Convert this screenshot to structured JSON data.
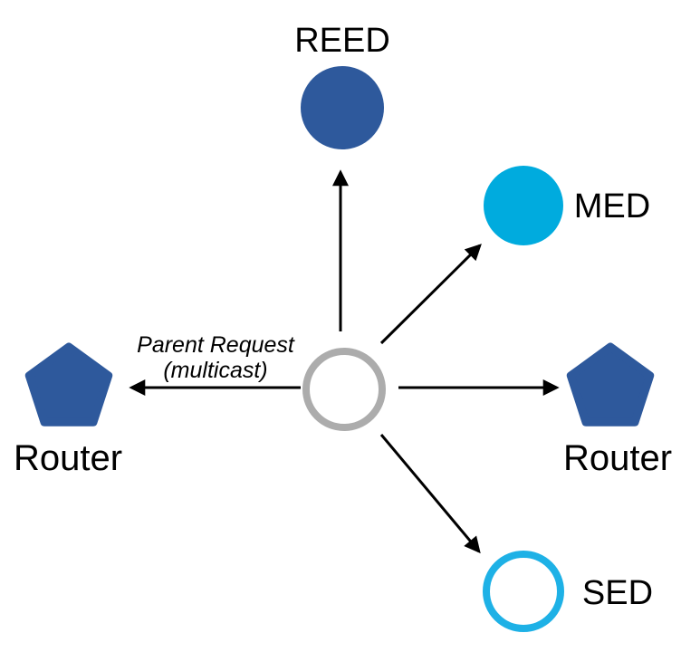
{
  "diagram": {
    "annotation": {
      "line1": "Parent Request",
      "line2": "(multicast)"
    },
    "nodes": {
      "reed": {
        "label": "REED",
        "shape": "circle",
        "fill": "#2E599C"
      },
      "med": {
        "label": "MED",
        "shape": "circle",
        "fill": "#00ABDE"
      },
      "router_left": {
        "label": "Router",
        "shape": "pentagon",
        "fill": "#2E599C"
      },
      "router_right": {
        "label": "Router",
        "shape": "pentagon",
        "fill": "#2E599C"
      },
      "sed": {
        "label": "SED",
        "shape": "circle-outline",
        "stroke": "#1EB1E6"
      },
      "center": {
        "shape": "circle-outline",
        "stroke": "#ACACAC"
      }
    },
    "colors": {
      "arrow": "#000000",
      "text": "#000000",
      "background": "#FFFFFF"
    }
  }
}
